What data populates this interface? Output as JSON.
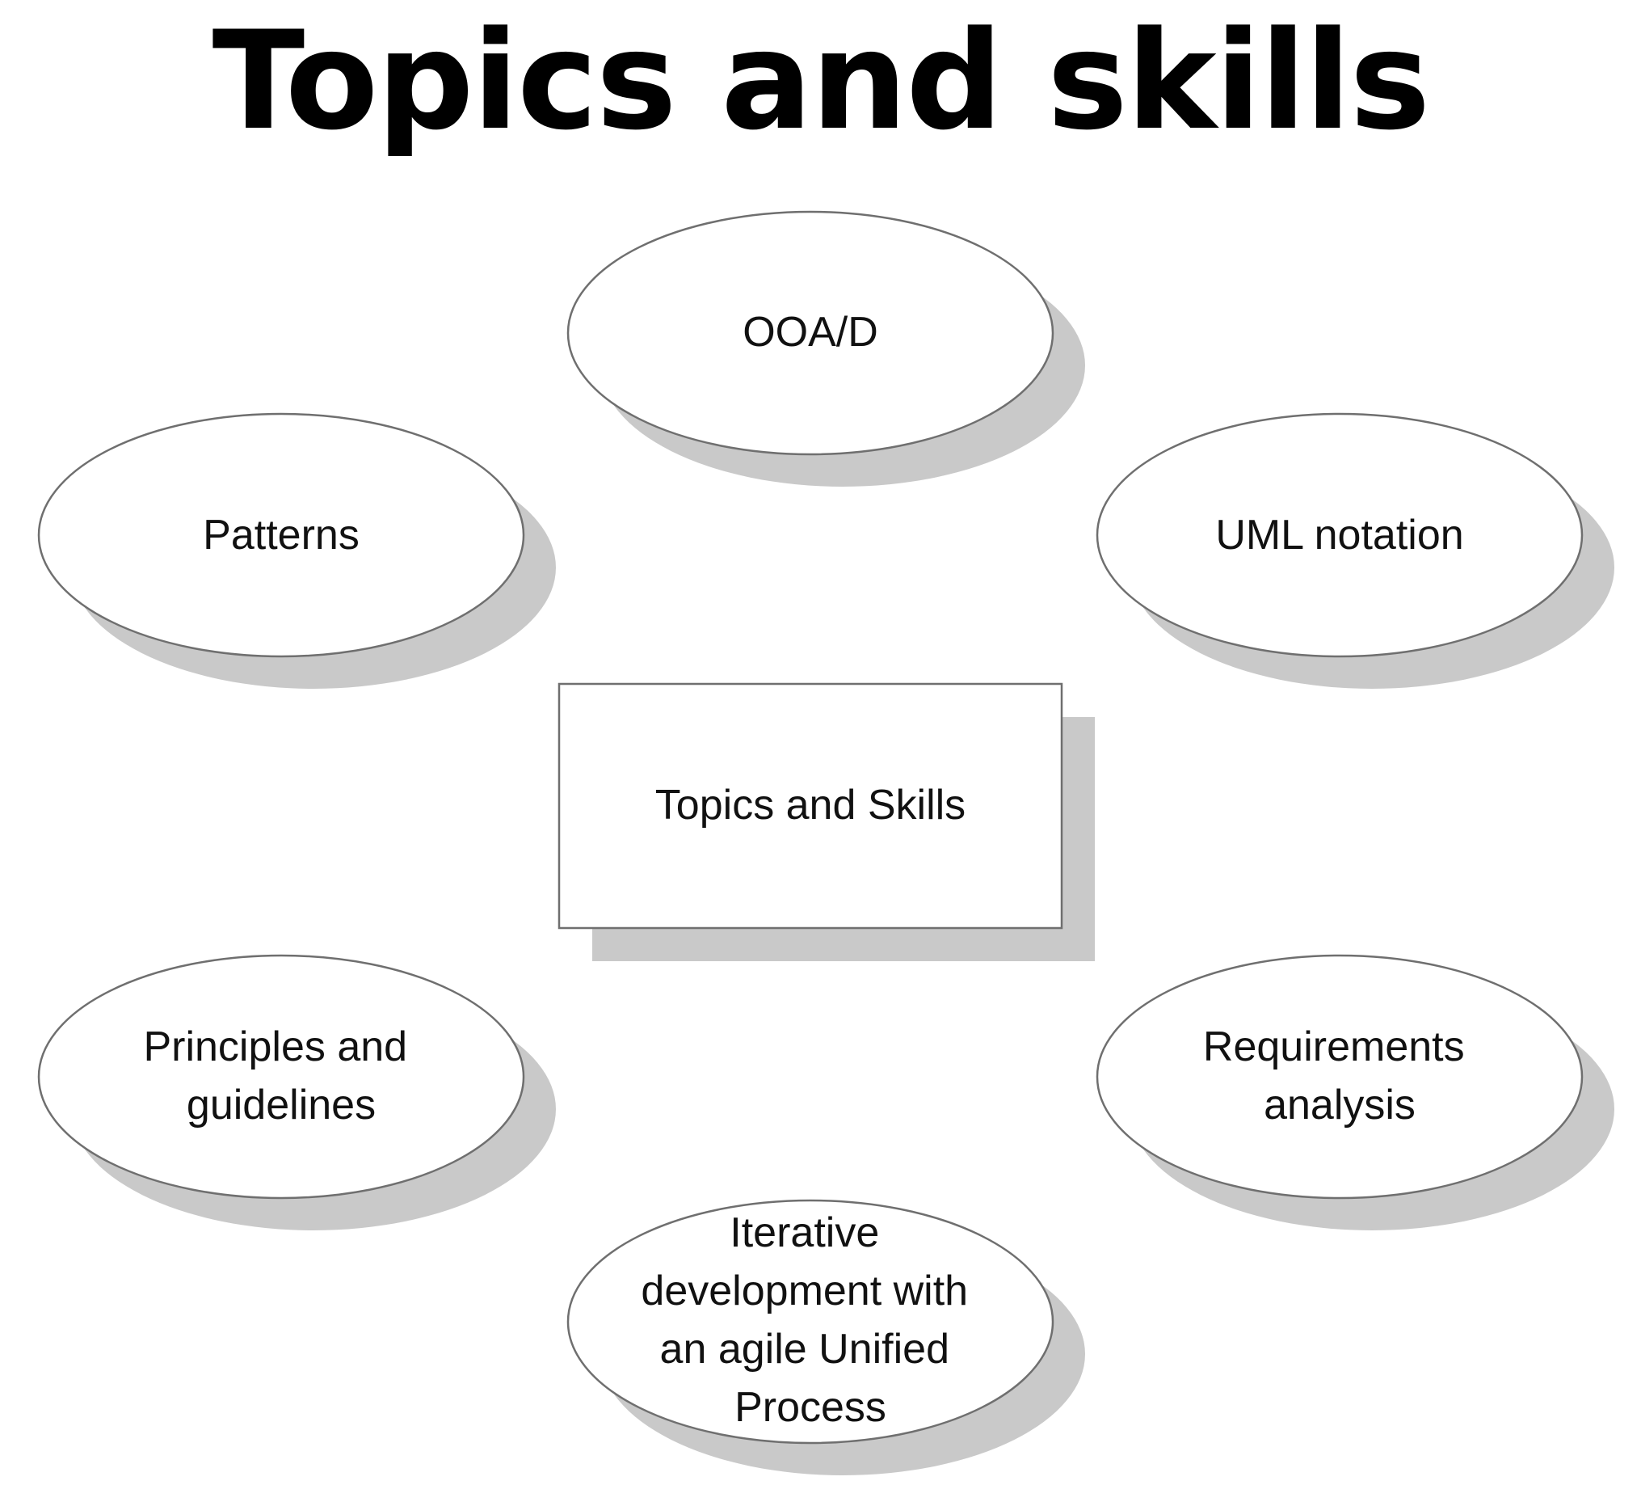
{
  "title": "Topics and skills",
  "diagram": {
    "center": {
      "label": "Topics and Skills"
    },
    "topics": [
      {
        "id": "ooad",
        "lines": [
          "OOA/D"
        ]
      },
      {
        "id": "patterns",
        "lines": [
          "Patterns"
        ]
      },
      {
        "id": "uml",
        "lines": [
          "UML notation"
        ]
      },
      {
        "id": "principles",
        "lines": [
          "Principles and",
          "guidelines"
        ]
      },
      {
        "id": "requirements",
        "lines": [
          "Requirements",
          "analysis"
        ]
      },
      {
        "id": "iterative",
        "lines": [
          "Iterative",
          "development with",
          "an agile Unified",
          "Process"
        ]
      }
    ]
  }
}
